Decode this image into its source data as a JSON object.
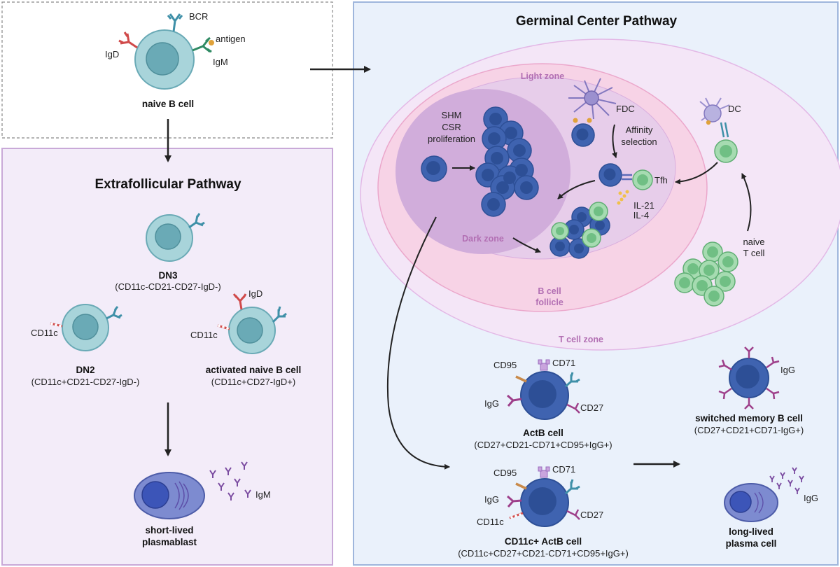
{
  "colors": {
    "naive_fill": "#a8d4da",
    "naive_nucleus": "#6aaab6",
    "gc_cell": "#3f63b0",
    "gc_nucleus": "#2d4f96",
    "t_cell": "#8ecf9e",
    "ef_panel": "#f3ecf9",
    "gc_panel": "#eaf1fb",
    "tcell_zone": "#f4e6f7",
    "follicle": "#f7d3e6",
    "light_zone": "#e7cdea",
    "dark_zone": "#d1addb",
    "zone_text": "#b26fb3",
    "igd_red": "#d04a4a",
    "bcr_blue": "#3f90a8",
    "igm_green": "#2f8a63",
    "igg_purple": "#9e3f8a",
    "cd95_orange": "#c98a4a"
  },
  "naive": {
    "labels": {
      "bcr": "BCR",
      "antigen": "antigen",
      "igd": "IgD",
      "igm": "IgM"
    },
    "name": "naive B cell"
  },
  "extrafollicular": {
    "title": "Extrafollicular Pathway",
    "dn3": {
      "name": "DN3",
      "phenotype": "(CD11c-CD21-CD27-IgD-)"
    },
    "dn2": {
      "name": "DN2",
      "phenotype": "(CD11c+CD21-CD27-IgD-)",
      "marker": "CD11c"
    },
    "activated": {
      "name": "activated naive B cell",
      "phenotype": "(CD11c+CD27-IgD+)",
      "marker": "CD11c",
      "igd": "IgD"
    },
    "plasmablast": {
      "name1": "short-lived",
      "name2": "plasmablast",
      "igm": "IgM"
    }
  },
  "germinal_center": {
    "title": "Germinal Center Pathway",
    "zones": {
      "light": "Light zone",
      "dark": "Dark zone",
      "follicle1": "B cell",
      "follicle2": "follicle",
      "tcell": "T cell zone"
    },
    "process": [
      "SHM",
      "CSR",
      "proliferation"
    ],
    "fdc": "FDC",
    "affinity": [
      "Affinity",
      "selection"
    ],
    "tfh": "Tfh",
    "cytokines": [
      "IL-21",
      "IL-4"
    ],
    "dc": "DC",
    "naive_t": [
      "naive",
      "T cell"
    ],
    "actb": {
      "name": "ActB cell",
      "phenotype": "(CD27+CD21-CD71+CD95+IgG+)",
      "cd95": "CD95",
      "cd71": "CD71",
      "igg": "IgG",
      "cd27": "CD27"
    },
    "cd11c_actb": {
      "name": "CD11c+ ActB cell",
      "phenotype": "(CD11c+CD27+CD21-CD71+CD95+IgG+)",
      "cd95": "CD95",
      "cd71": "CD71",
      "igg": "IgG",
      "cd11c": "CD11c",
      "cd27": "CD27"
    },
    "memory": {
      "name": "switched memory B cell",
      "phenotype": "(CD27+CD21+CD71-IgG+)",
      "igg": "IgG"
    },
    "plasma": {
      "name1": "long-lived",
      "name2": "plasma cell",
      "igg": "IgG"
    }
  }
}
